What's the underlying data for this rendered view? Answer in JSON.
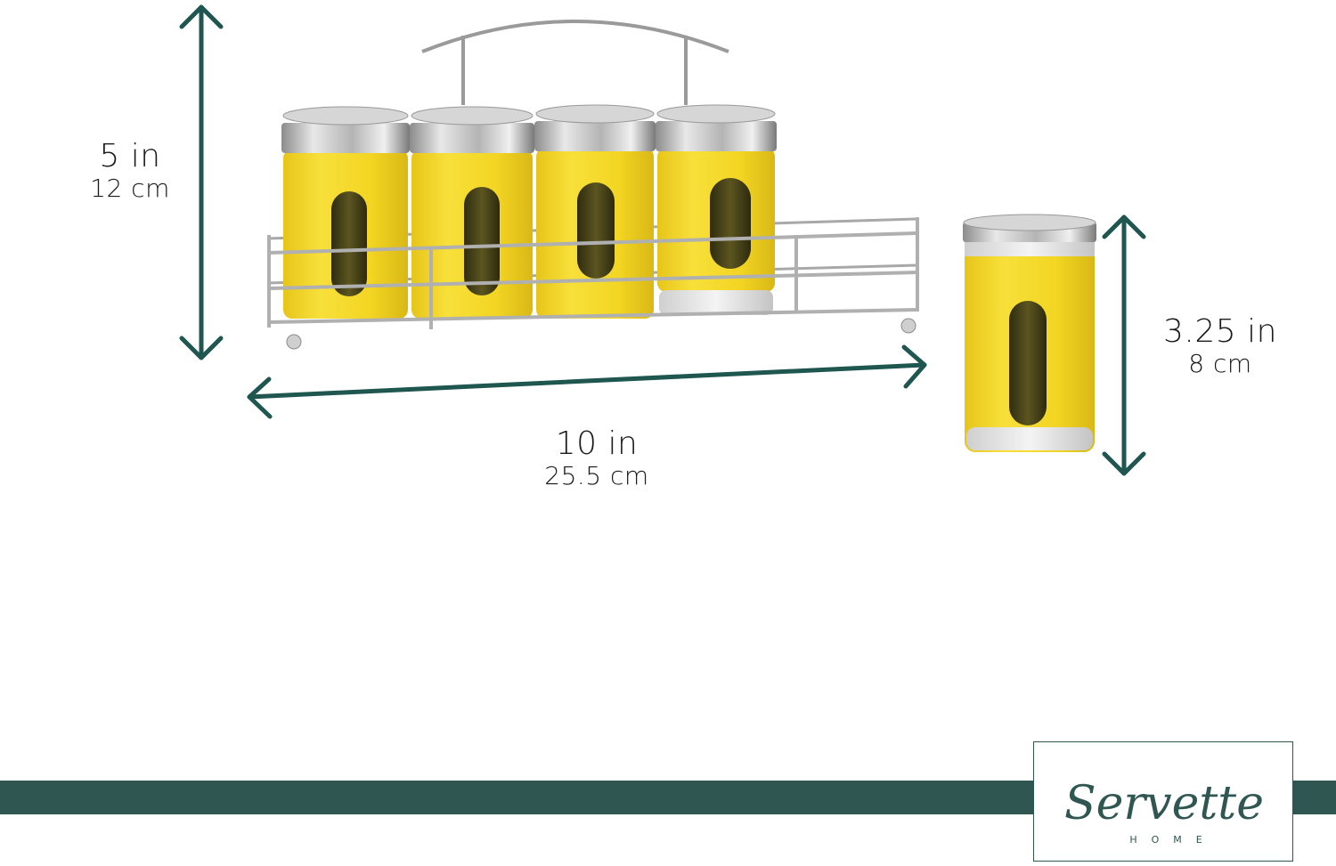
{
  "dimensions": {
    "rack_height": {
      "imperial": "5 in",
      "metric": "12 cm"
    },
    "rack_width": {
      "imperial": "10 in",
      "metric": "25.5 cm"
    },
    "jar_height": {
      "imperial": "3.25 in",
      "metric": "8 cm"
    }
  },
  "brand": {
    "name": "Servette",
    "subline": "HOME",
    "logo_color": "#2f5650"
  },
  "colors": {
    "arrow": "#1f5650",
    "band": "#2f5650",
    "jar_yellow": "#f4d723",
    "jar_window": "#4a4416",
    "chrome": "#b9b9b9"
  },
  "product": {
    "jar_count": 4,
    "single_jar_count": 1
  }
}
